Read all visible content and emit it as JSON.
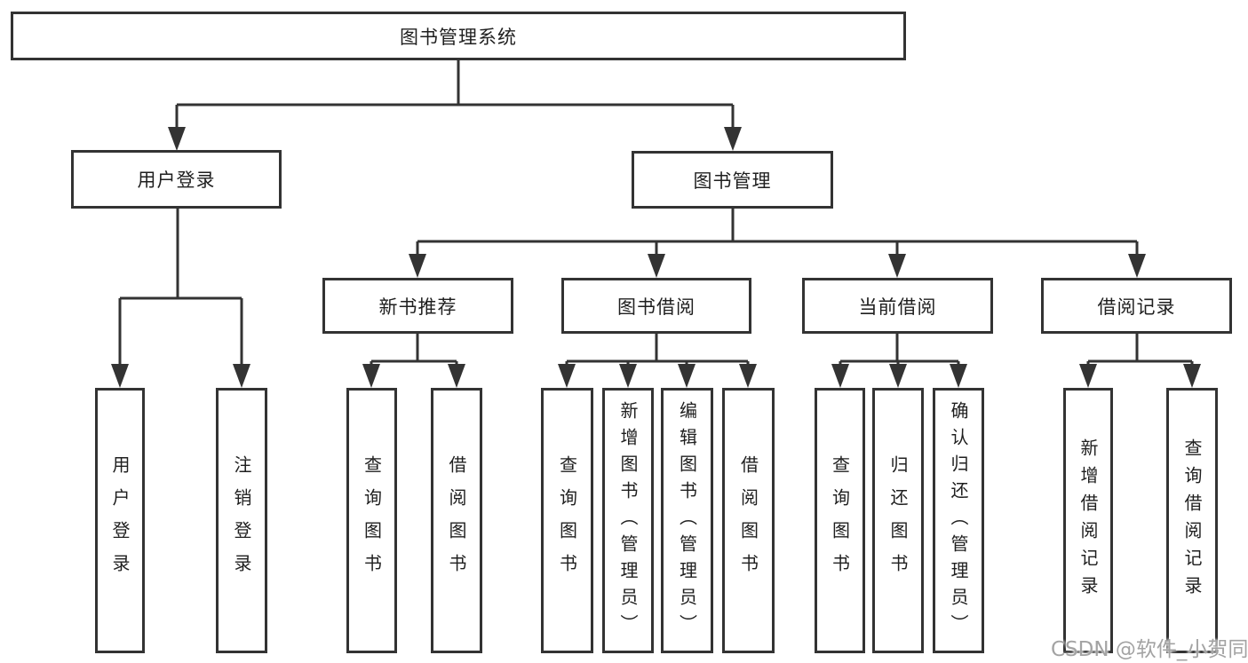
{
  "diagram": {
    "tree": {
      "root": {
        "label": "图书管理系统"
      },
      "branches": [
        {
          "label": "用户登录",
          "children": [
            {
              "label": "用户登录"
            },
            {
              "label": "注销登录"
            }
          ]
        },
        {
          "label": "图书管理",
          "children": [
            {
              "label": "新书推荐",
              "children": [
                {
                  "label": "查询图书"
                },
                {
                  "label": "借阅图书"
                }
              ]
            },
            {
              "label": "图书借阅",
              "children": [
                {
                  "label": "查询图书"
                },
                {
                  "label": "新增图书（管理员）"
                },
                {
                  "label": "编辑图书（管理员）"
                },
                {
                  "label": "借阅图书"
                }
              ]
            },
            {
              "label": "当前借阅",
              "children": [
                {
                  "label": "查询图书"
                },
                {
                  "label": "归还图书"
                },
                {
                  "label": "确认归还（管理员）"
                }
              ]
            },
            {
              "label": "借阅记录",
              "children": [
                {
                  "label": "新增借阅记录"
                },
                {
                  "label": "查询借阅记录"
                }
              ]
            }
          ]
        }
      ]
    }
  },
  "watermark": "CSDN @软件_小贺同学",
  "colors": {
    "line": "#333333",
    "text": "#1f1f1f",
    "background": "#ffffff",
    "watermark": "#a3a3a3"
  }
}
